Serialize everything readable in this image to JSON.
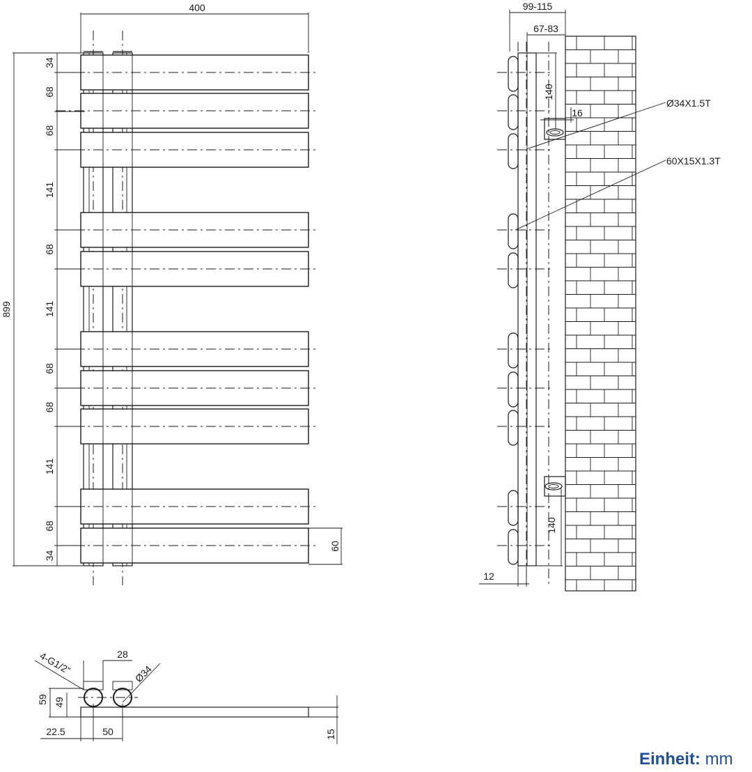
{
  "front_view": {
    "width_label": "400",
    "height_label": "899",
    "bar_height_label": "60",
    "spacing_labels": [
      "34",
      "68",
      "68",
      "141",
      "68",
      "141",
      "68",
      "68",
      "141",
      "68",
      "34"
    ]
  },
  "side_view": {
    "depth_total_label": "99-115",
    "depth_inner_label": "67-83",
    "top_offset_label": "140",
    "bottom_offset_label": "140",
    "bracket_label": "16",
    "bottom_label": "12",
    "pipe_spec": "Ø34X1.5T",
    "bar_spec": "60X15X1.3T"
  },
  "bottom_view": {
    "thread_label": "4-G1/2”",
    "pipe_spacing_label": "28",
    "pipe_diameter_label": "Ø34",
    "height_59": "59",
    "height_49": "49",
    "offset_label": "22.5",
    "pitch_label": "50",
    "bar_thickness_label": "15"
  },
  "unit": {
    "key": "Einheit:",
    "value": "mm",
    "color": "#1f4e9e"
  }
}
